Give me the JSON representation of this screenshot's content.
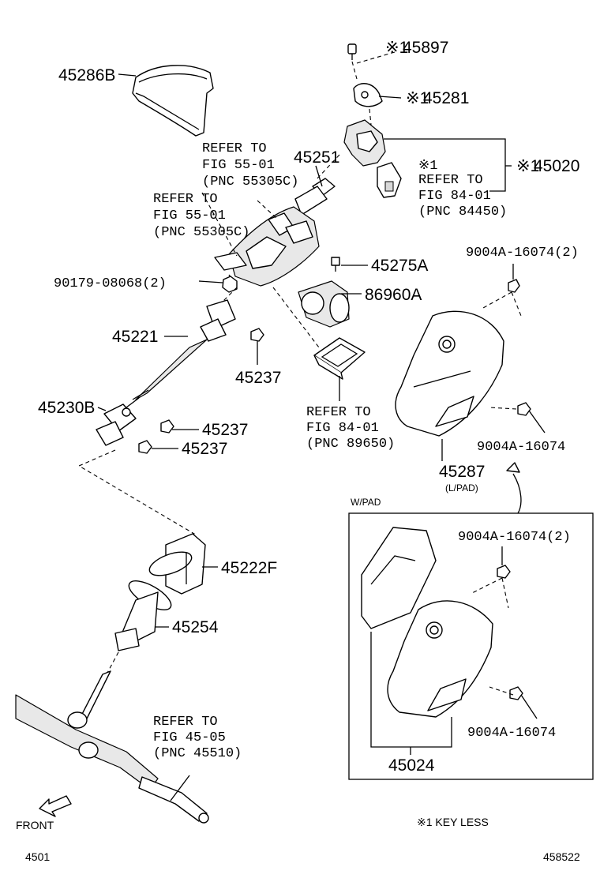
{
  "labels": {
    "p45897": "45897",
    "p45281": "45281",
    "p45020": "45020",
    "p45286B": "45286B",
    "p45251": "45251",
    "p45275A": "45275A",
    "p86960A": "86960A",
    "p90179": "90179-08068(2)",
    "p45221": "45221",
    "p45237a": "45237",
    "p45237b": "45237",
    "p45237c": "45237",
    "p45230B": "45230B",
    "p45222F": "45222F",
    "p45254": "45254",
    "p9004A_top": "9004A-16074(2)",
    "p9004A_mid": "9004A-16074",
    "p45287": "45287",
    "p45287_note": "(L/PAD)",
    "wpad": "W/PAD",
    "p9004A_box_top": "9004A-16074(2)",
    "p9004A_box_bot": "9004A-16074",
    "p45024": "45024",
    "keyless_mark": "※1",
    "keyless_note": "※1 KEY LESS",
    "front": "FRONT",
    "corner_left": "4501",
    "corner_right": "458522"
  },
  "refs": {
    "ref1": [
      "REFER TO",
      "FIG 55-01",
      "(PNC 55305C)"
    ],
    "ref2": [
      "REFER TO",
      "FIG 55-01",
      "(PNC 55305C)"
    ],
    "ref3": [
      "※1",
      "REFER TO",
      "FIG 84-01",
      "(PNC 84450)"
    ],
    "ref4": [
      "REFER TO",
      "FIG 84-01",
      "(PNC 89650)"
    ],
    "ref5": [
      "REFER TO",
      "FIG 45-05",
      "(PNC 45510)"
    ]
  },
  "icons": [
    "front-arrow-icon"
  ]
}
